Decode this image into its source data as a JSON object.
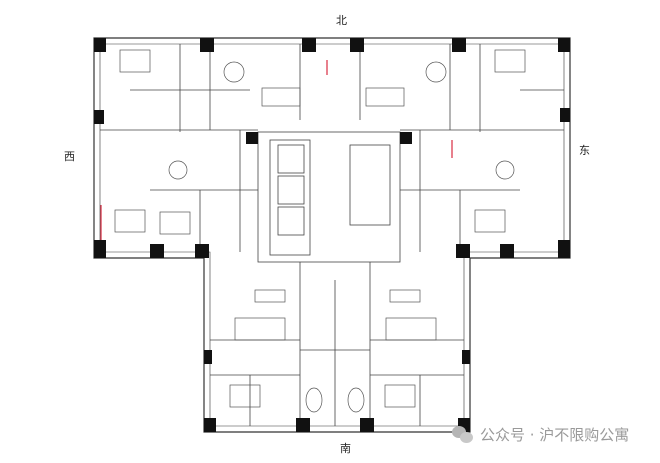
{
  "compass": {
    "north": "北",
    "south": "南",
    "west": "西",
    "east": "东"
  },
  "watermark": {
    "text": "公众号 · 沪不限购公寓",
    "icon": "wechat-icon"
  },
  "colors": {
    "wall": "#111111",
    "line": "#444444",
    "accent": "#d0021b"
  }
}
